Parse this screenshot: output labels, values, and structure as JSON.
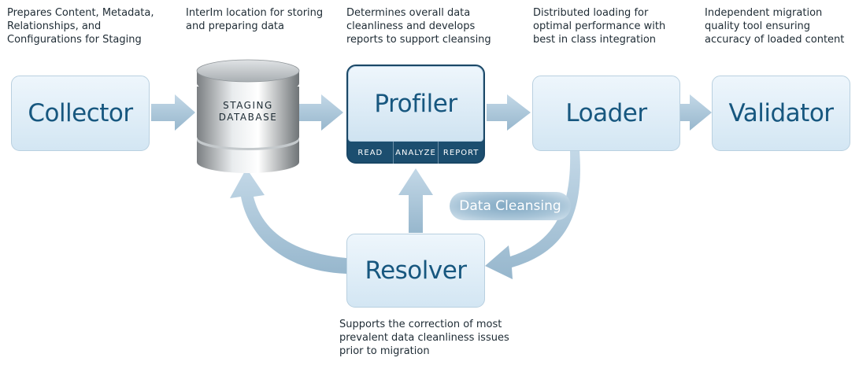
{
  "descriptions": {
    "collector": [
      "Prepares Content, Metadata,",
      "Relationships, and",
      "Configurations for Staging"
    ],
    "staging": [
      "InterIm location for storing",
      "and preparing data"
    ],
    "profiler": [
      "Determines overall data",
      "cleanliness and develops",
      "reports to support cleansing"
    ],
    "loader": [
      "Distributed loading for",
      "optimal performance with",
      "best in class integration"
    ],
    "validator": [
      "Independent migration",
      "quality tool ensuring",
      "accuracy of loaded content"
    ],
    "resolver": [
      "Supports the correction of most",
      "prevalent data cleanliness issues",
      "prior to migration"
    ]
  },
  "stages": {
    "collector": "Collector",
    "profiler": "Profiler",
    "loader": "Loader",
    "validator": "Validator",
    "resolver": "Resolver"
  },
  "database": {
    "line1": "STAGING",
    "line2": "DATABASE"
  },
  "profiler_tabs": [
    "READ",
    "ANALYZE",
    "REPORT"
  ],
  "cleansing_label": "Data Cleansing",
  "colors": {
    "stage_text": "#17577f",
    "arrow": "#a8c4d9",
    "profiler_bar": "#1c4e6f"
  }
}
